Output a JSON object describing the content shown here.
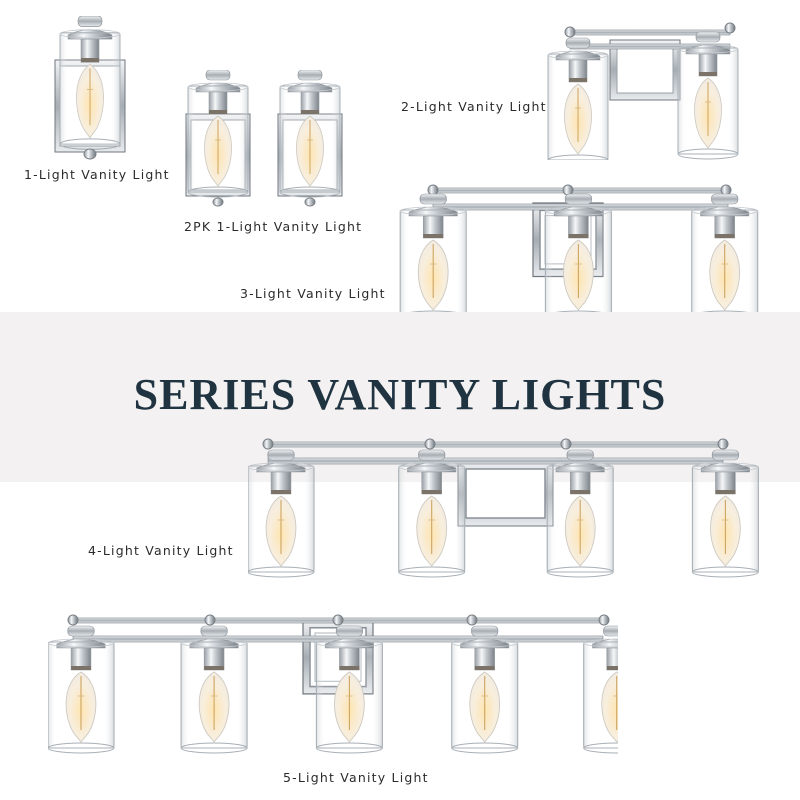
{
  "banner": {
    "title": "SERIES VANITY LIGHTS",
    "title_color": "#1f3341",
    "band_color": "#f3f1f1"
  },
  "products": [
    {
      "id": "1-light",
      "label": "1-Light Vanity Light",
      "lights": 1
    },
    {
      "id": "2pk-1-light",
      "label": "2PK 1-Light Vanity Light",
      "lights": 2
    },
    {
      "id": "2-light",
      "label": "2-Light Vanity Light",
      "lights": 2
    },
    {
      "id": "3-light",
      "label": "3-Light Vanity Light",
      "lights": 3
    },
    {
      "id": "4-light",
      "label": "4-Light Vanity Light",
      "lights": 4
    },
    {
      "id": "5-light",
      "label": "5-Light Vanity Light",
      "lights": 5
    }
  ],
  "finish": {
    "metal": "chrome",
    "shade": "clear glass cylinder",
    "bulb": "edison"
  }
}
